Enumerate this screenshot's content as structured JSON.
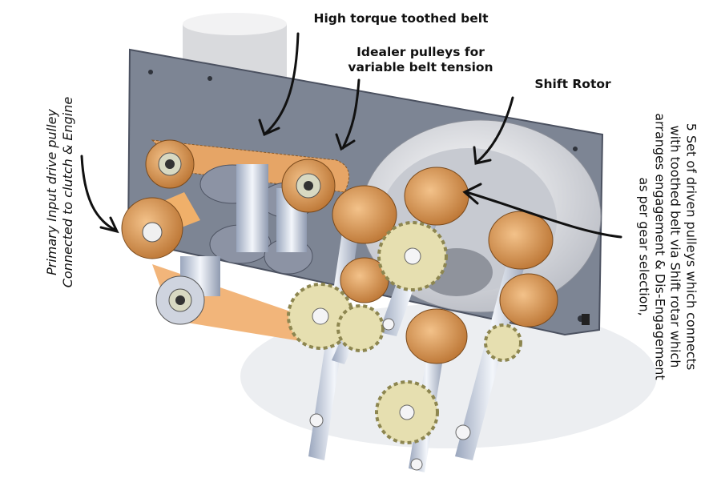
{
  "labels": {
    "belt": "High torque toothed belt",
    "idler_line1": "Idealer pulleys for",
    "idler_line2": "variable belt tension",
    "shift_rotor": "Shift Rotor",
    "primary_line1": "Primary Input drive pulley",
    "primary_line2": "Connected to clutch & Engine",
    "driven_line1": "5 Set of driven pulleys which connects",
    "driven_line2": "with toothed belt via Shift rotar which",
    "driven_line3": "arranges engagement & Dis-Engagement",
    "driven_line4": "as per gear selection,"
  },
  "colors": {
    "plate": "#7d8594",
    "pulley": "#e6a566",
    "gear": "#e6dfb0",
    "shaft": "#dfe6f2",
    "rotor": "#e9eaee"
  }
}
